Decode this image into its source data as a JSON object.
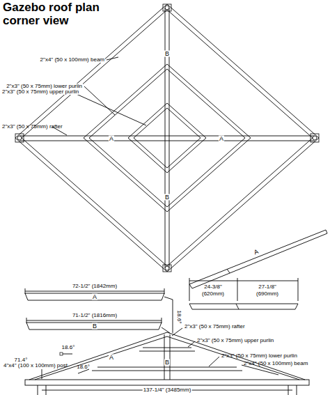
{
  "diagram": {
    "title": "Gazebo roof plan corner view",
    "labels": [
      "2\"x4\" (50 x 100mm) beam",
      "2\"x3\" (50 x 75mm) lower purlin",
      "2\"x3\" (50 x 75mm) upper purlin",
      "2\"x3\" (50 x 75mm) rafter",
      "B",
      "A",
      "A",
      "B",
      "A",
      "24-3/8\"",
      "(620mm)",
      "27-1/8\"",
      "(690mm)",
      "72-1/2\" (1842mm)",
      "A",
      "71-1/2\" (1816mm)",
      "B",
      "18.6°",
      "18.6°",
      "71.4°",
      "2\"x3\" (50 x 75mm) rafter",
      "2\"x3\" (50 x 75mm) upper purlin",
      "2\"x3\" (50 x 75mm) lower purlin",
      "2\"x4\" (50 x 100mm) beam",
      "4\"x4\" (100 x 100mm) post",
      "18.6°",
      "A",
      "B",
      "137-1/4\" (3485mm)"
    ]
  }
}
